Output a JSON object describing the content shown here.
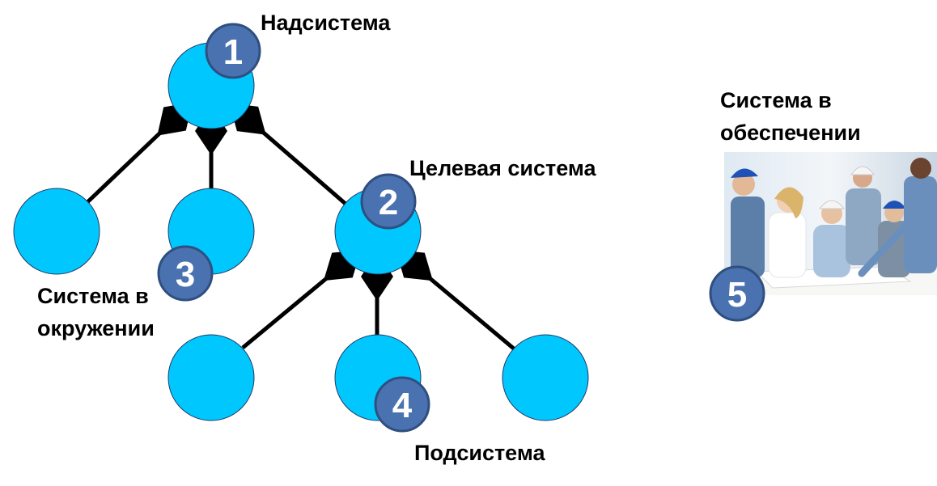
{
  "labels": {
    "supersystem": "Надсистема",
    "target_system": "Целевая система",
    "environment_system_line1": "Система в",
    "environment_system_line2": "окружении",
    "subsystem": "Подсистема",
    "support_system_line1": "Система в",
    "support_system_line2": "обеспечении"
  },
  "badges": {
    "b1": "1",
    "b2": "2",
    "b3": "3",
    "b4": "4",
    "b5": "5"
  },
  "colors": {
    "node_fill": "#00C8FF",
    "node_stroke": "#1F3864",
    "badge_fill": "#4A72B0",
    "badge_stroke": "#2F4F80",
    "connector": "#000000"
  },
  "photo": {
    "description_icon": "team-of-engineers-photo"
  }
}
